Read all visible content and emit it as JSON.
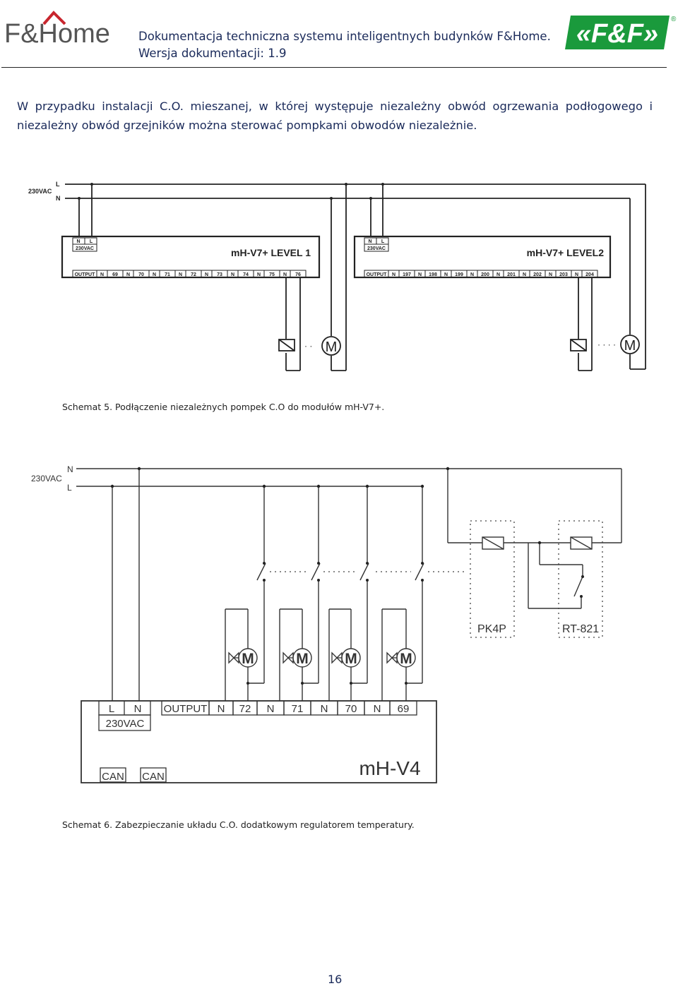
{
  "header": {
    "logo_left_text": "F&Home",
    "title_line1": "Dokumentacja techniczna systemu inteligentnych budynków F&Home.",
    "title_line2": "Wersja dokumentacji: 1.9",
    "logo_right_text": "«F&F»",
    "registered": "®"
  },
  "intro": {
    "line1": "W przypadku instalacji C.O. mieszanej, w której występuje niezależny obwód ogrzewania podłogowego i",
    "line2": "niezależny obwód grzejników można sterować pompkami obwodów niezależnie."
  },
  "schema5": {
    "supply_label": "230VAC",
    "l_label": "L",
    "n_label": "N",
    "module1": {
      "title": "mH-V7+ LEVEL 1",
      "n": "N",
      "l": "L",
      "vac": "230VAC",
      "terminals": [
        "OUTPUT",
        "N",
        "69",
        "N",
        "70",
        "N",
        "71",
        "N",
        "72",
        "N",
        "73",
        "N",
        "74",
        "N",
        "75",
        "N",
        "76"
      ]
    },
    "module2": {
      "title": "mH-V7+ LEVEL2",
      "n": "N",
      "l": "L",
      "vac": "230VAC",
      "terminals": [
        "OUTPUT",
        "N",
        "197",
        "N",
        "198",
        "N",
        "199",
        "N",
        "200",
        "N",
        "201",
        "N",
        "202",
        "N",
        "203",
        "N",
        "204"
      ]
    },
    "motor_label": "M",
    "dots_short": "· ·",
    "dots_long": "· · · ·",
    "caption": "Schemat 5. Podłączenie niezależnych pompek C.O do modułów mH-V7+."
  },
  "schema6": {
    "supply_label": "230VAC",
    "n_label": "N",
    "l_label": "L",
    "motor_label": "M",
    "pk4p_label": "PK4P",
    "rt821_label": "RT-821",
    "module": {
      "name": "mH-V4",
      "l": "L",
      "n": "N",
      "vac": "230VAC",
      "terminals": [
        "OUTPUT",
        "N",
        "72",
        "N",
        "71",
        "N",
        "70",
        "N",
        "69"
      ],
      "can1": "CAN",
      "can2": "CAN"
    },
    "caption": "Schemat 6. Zabezpieczanie układu C.O. dodatkowym regulatorem temperatury."
  },
  "page_number": "16",
  "colors": {
    "text_blue": "#1a2a5a",
    "brand_red": "#c8262e",
    "brand_green": "#1a9a3c",
    "line": "#222222"
  }
}
